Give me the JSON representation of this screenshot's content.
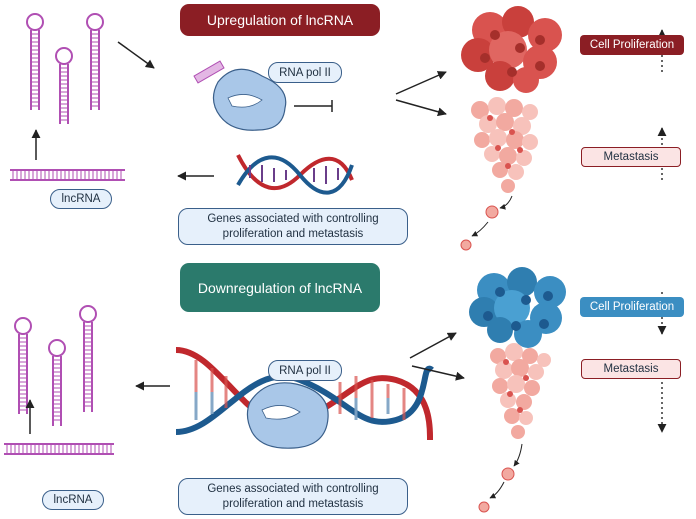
{
  "upregulation": {
    "title": "Upregulation of lncRNA",
    "pol_label": "RNA pol II",
    "lncrna_label": "lncRNA",
    "genes_label": "Genes associated with controlling proliferation and metastasis",
    "effects": [
      {
        "label": "Cell Proliferation",
        "direction": "increase"
      },
      {
        "label": "Metastasis",
        "direction": "increase"
      }
    ]
  },
  "downregulation": {
    "title": "Downregulation of lncRNA",
    "pol_label": "RNA pol II",
    "lncrna_label": "lncRNA",
    "genes_label": "Genes associated with controlling proliferation and metastasis",
    "effects": [
      {
        "label": "Cell Proliferation",
        "direction": "decrease"
      },
      {
        "label": "Metastasis",
        "direction": "decrease"
      }
    ]
  },
  "colors": {
    "up_banner": "#8b1e24",
    "down_banner": "#2b7a6c",
    "lncrna": "#b04fb3",
    "tumor_red": "#d9534f",
    "tumor_blue": "#3b8ec2",
    "metastasis_cells": "#f2a9a0",
    "dna_red": "#c0282d",
    "dna_blue": "#1d5a8f",
    "pol_body": "#a9c7e8"
  }
}
